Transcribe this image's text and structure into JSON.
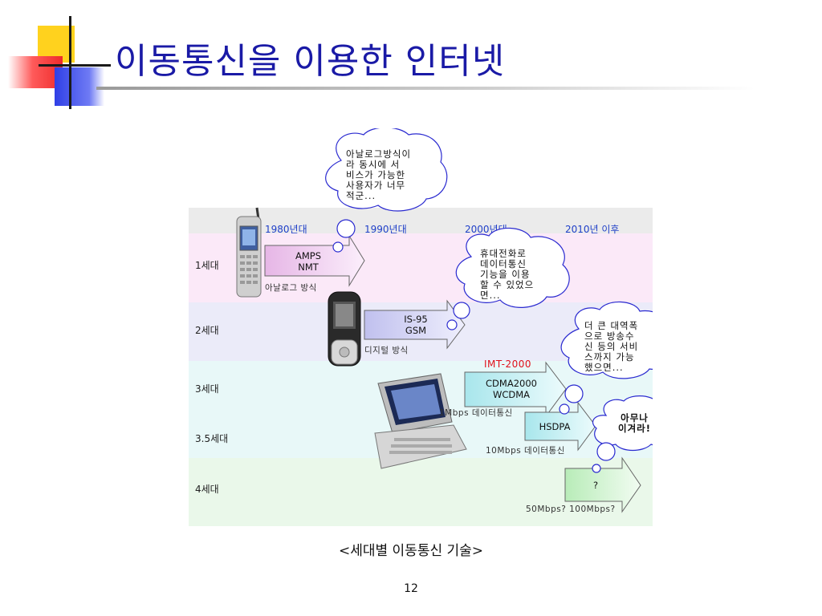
{
  "slide": {
    "title": "이동통신을 이용한 인터넷",
    "caption": "<세대별 이동통신 기술>",
    "page_number": "12"
  },
  "diagram": {
    "eras": [
      "1980년대",
      "1990년대",
      "2000년대",
      "2010년 이후"
    ],
    "rows": [
      "1세대",
      "2세대",
      "3세대",
      "3.5세대",
      "4세대"
    ],
    "arrows": {
      "gen1": "AMPS\nNMT",
      "gen2": "IS-95\nGSM",
      "gen3": "CDMA2000\nWCDMA",
      "gen35": "HSDPA",
      "gen4": "?"
    },
    "notes": {
      "gen1": "아날로그 방식",
      "gen2": "디지털 방식",
      "imt": "IMT-2000",
      "gen3_speed": "1Mbps 데이터통신",
      "gen35_speed": "10Mbps 데이터통신",
      "gen4_speed": "50Mbps? 100Mbps?"
    },
    "clouds": {
      "c1": "아날로그방식이\n라 동시에 서\n비스가 가능한\n사용자가 너무\n적군...",
      "c2": "휴대전화로\n데이터통신\n기능을 이용\n할 수 있었으\n면...",
      "c3": "더 큰 대역폭\n으로 방송수\n신 등의 서비\n스까지 가능\n했으면...",
      "c4": "아무나\n이겨라!"
    },
    "colors": {
      "title": "#1a1aa6",
      "era_text": "#1f3fc8",
      "imt_text": "#e0101a",
      "band_header": "#ebebeb",
      "band_gen1": "#fbe9f8",
      "band_gen2": "#ebebf9",
      "band_gen3": "#e8f8f8",
      "band_gen4": "#eaf8ea"
    }
  }
}
